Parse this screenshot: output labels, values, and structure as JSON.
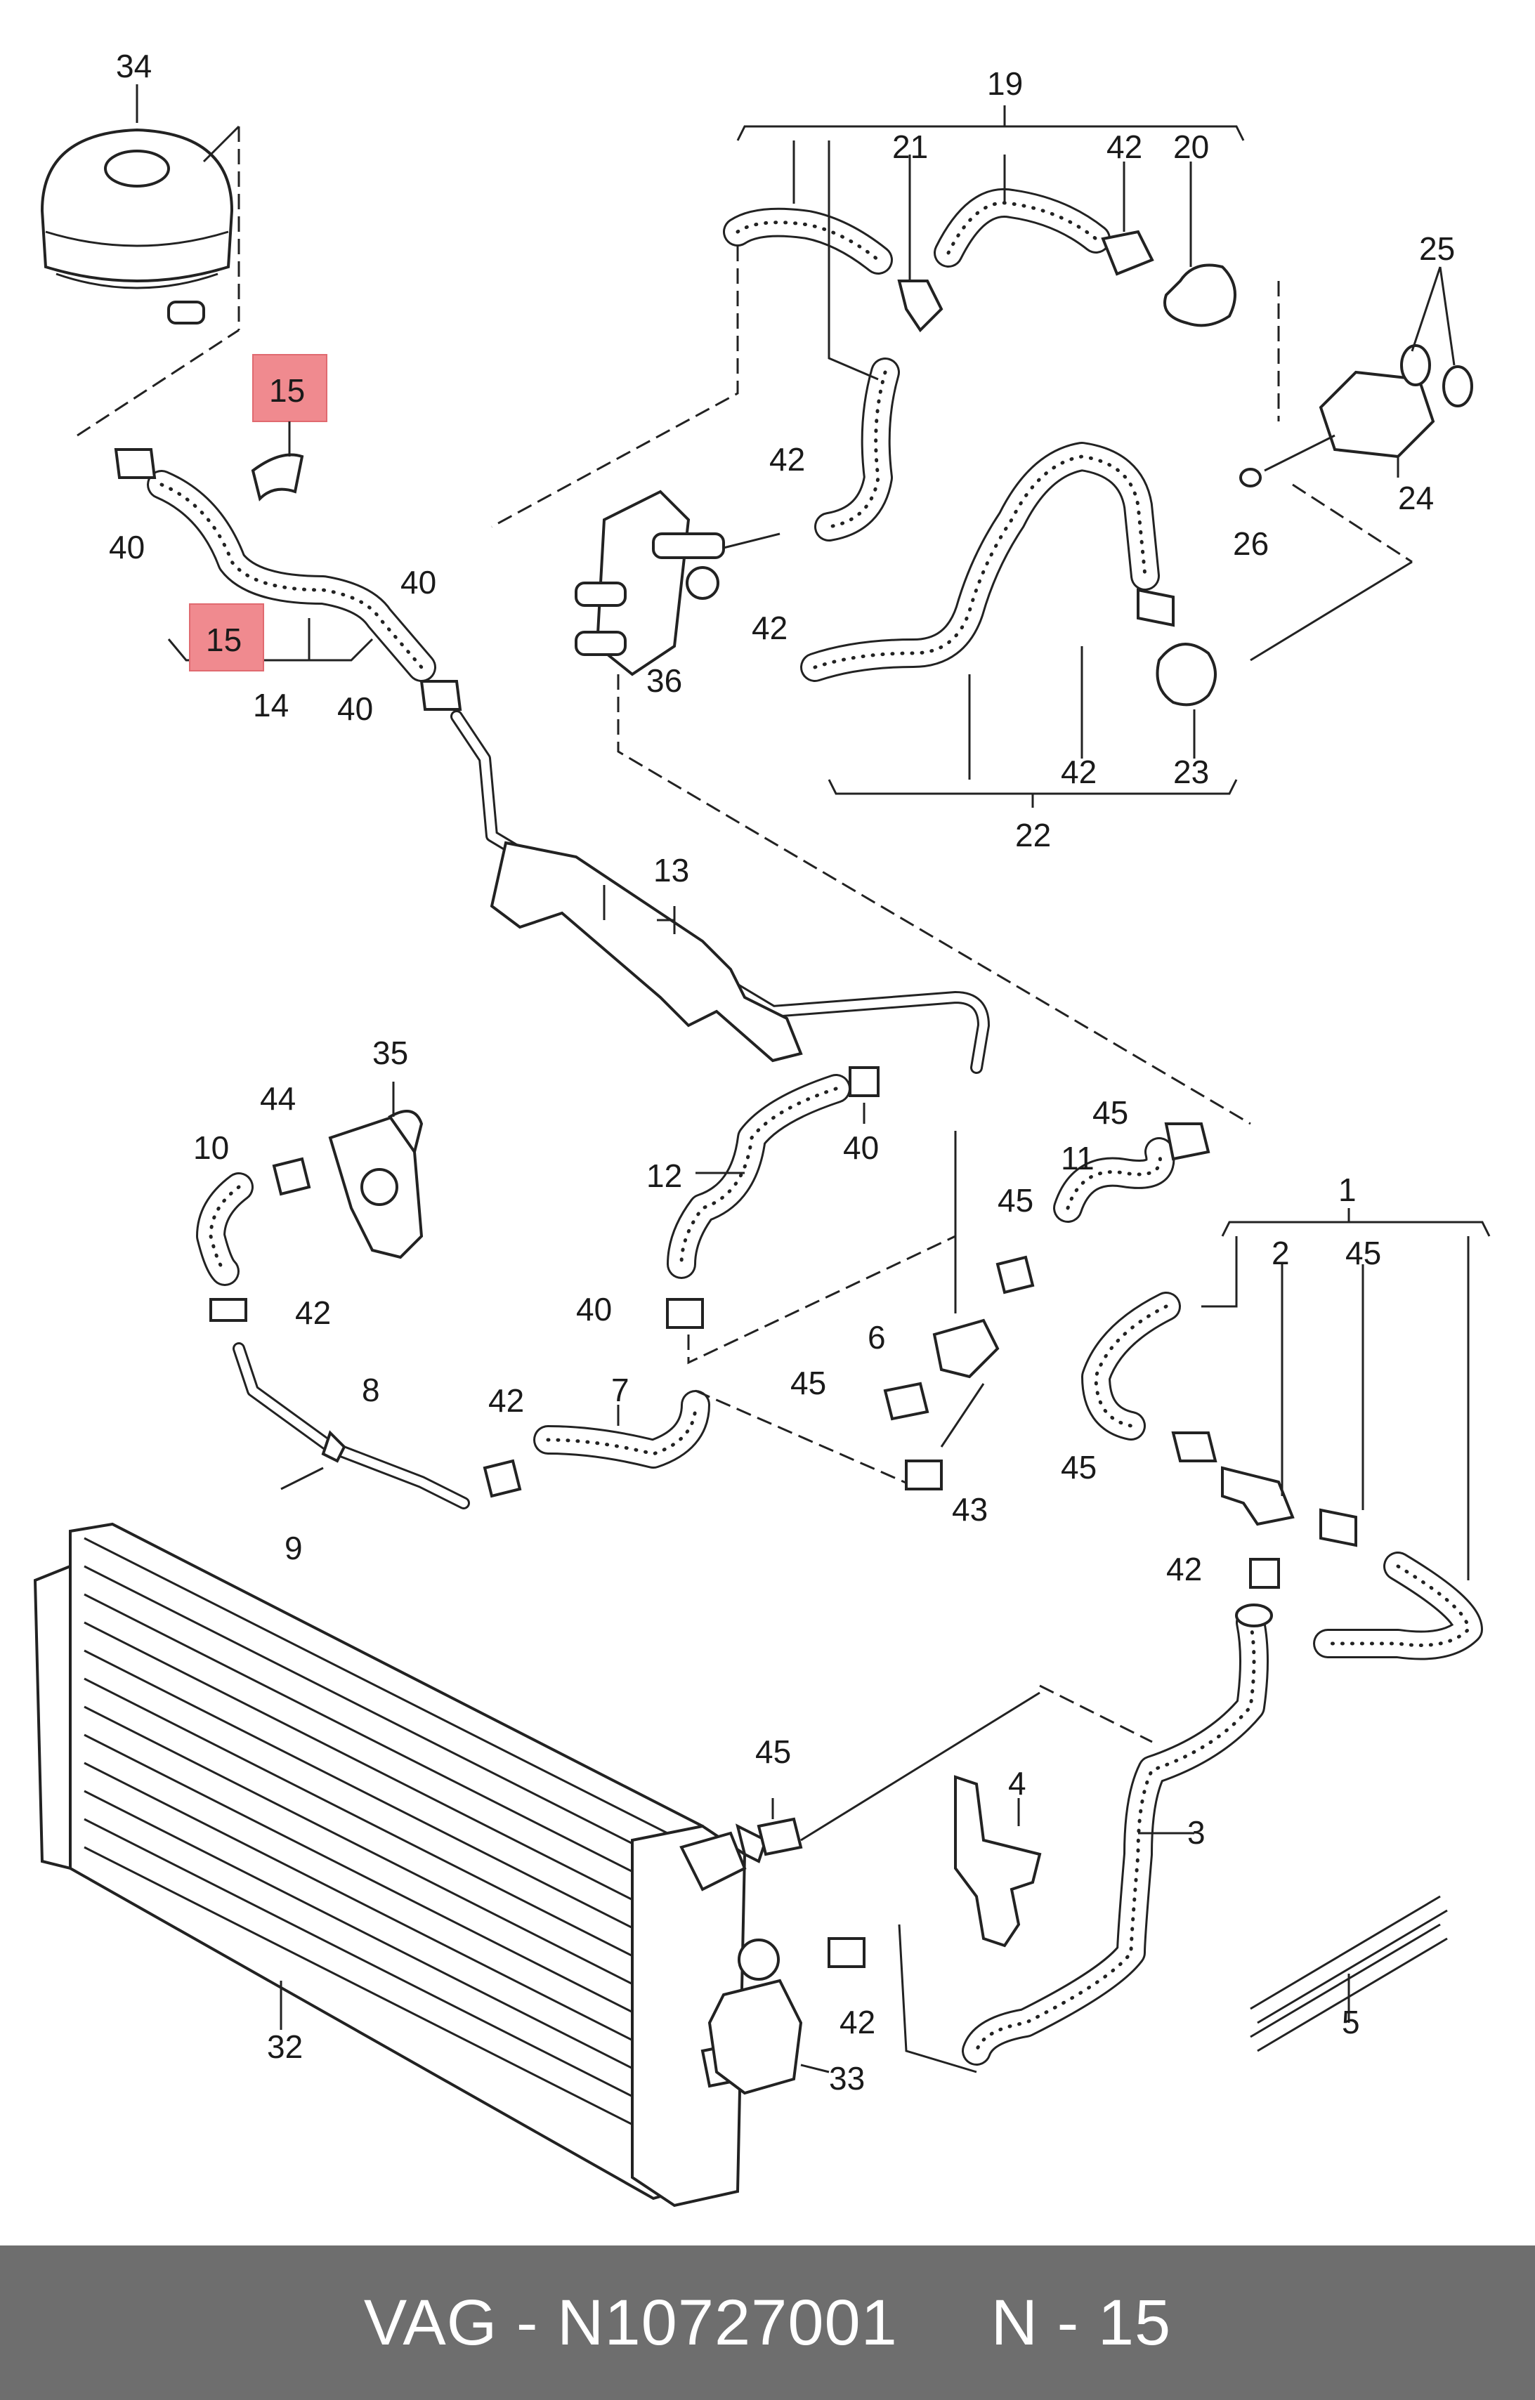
{
  "labels": {
    "l34": "34",
    "l19": "19",
    "l21": "21",
    "l42a": "42",
    "l20": "20",
    "l25": "25",
    "l15a": "15",
    "l40a": "40",
    "l15b": "15",
    "l14": "14",
    "l40b": "40",
    "l40c": "40",
    "l42b": "42",
    "l36": "36",
    "l42c": "42",
    "l24": "24",
    "l26": "26",
    "l42d": "42",
    "l23": "23",
    "l22": "22",
    "l13": "13",
    "l35": "35",
    "l44": "44",
    "l10": "10",
    "l12": "12",
    "l40d": "40",
    "l45a": "45",
    "l11": "11",
    "l42e": "42",
    "l40e": "40",
    "l45b": "45",
    "l1": "1",
    "l2": "2",
    "l45c": "45",
    "l6": "6",
    "l8": "8",
    "l45d": "45",
    "l42f": "42",
    "l7": "7",
    "l43": "43",
    "l45e": "45",
    "l9": "9",
    "l42g": "42",
    "l45f": "45",
    "l4": "4",
    "l3": "3",
    "l42h": "42",
    "l5": "5",
    "l32": "32",
    "l33": "33"
  },
  "highlight_color": "#f08a8f",
  "footer": {
    "text": "VAG - N10727001     N - 15",
    "background": "#6e6e6e"
  }
}
